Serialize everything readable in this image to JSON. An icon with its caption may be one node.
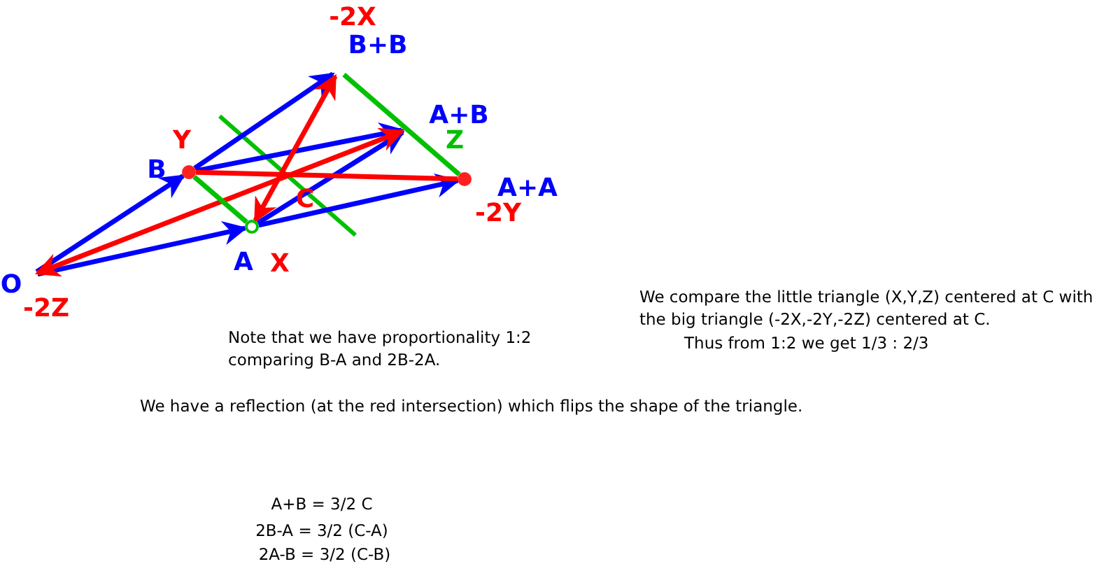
{
  "diagram": {
    "nodes": [
      {
        "text": [
          "O",
          "-2Z"
        ]
      },
      {
        "text": [
          "B",
          "Y"
        ]
      },
      {
        "text": [
          "A",
          "X"
        ]
      },
      {
        "text": [
          "-2X",
          "B+B"
        ]
      },
      {
        "text": [
          "A+B",
          "Z"
        ]
      },
      {
        "text": [
          "A+A",
          "-2Y"
        ]
      },
      {
        "text": [
          "C"
        ]
      }
    ],
    "edges": [
      {
        "from": 0,
        "to": 1,
        "arrow": "to"
      },
      {
        "from": 0,
        "to": 2,
        "arrow": "to"
      },
      {
        "from": 1,
        "to": 3,
        "arrow": "to"
      },
      {
        "from": 1,
        "to": 4,
        "arrow": "to"
      },
      {
        "from": 2,
        "to": 4,
        "arrow": "to"
      },
      {
        "from": 2,
        "to": 5,
        "arrow": "to"
      },
      {
        "from": 2,
        "to": 3,
        "arrow": "both",
        "color": "#ff0000"
      },
      {
        "from": 0,
        "to": 4,
        "arrow": "both",
        "color": "#ff0000"
      },
      {
        "from": 1,
        "to": 5,
        "arrow": "none",
        "color": "#ff0000"
      },
      {
        "from": 1,
        "to": 2,
        "arrow": "none",
        "color": "#00c000"
      },
      {
        "from": 3,
        "to": 5,
        "arrow": "none",
        "color": "#00c000"
      }
    ],
    "labels": [
      "We compare the little triangle (X,Y,Z) centered at C with the big triangle (-2X,-2Y,-2Z) centered at C.",
      "Note that we have proportionality 1:2 comparing B-A and 2B-2A.",
      "Thus from 1:2 we get 1/3 : 2/3",
      "We have a reflection (at the red intersection) which flips the shape of the triangle.",
      "A+B = 3/2 C",
      "2B-A = 3/2 (C-A)",
      "2A-B = 3/2 (C-B)"
    ]
  }
}
